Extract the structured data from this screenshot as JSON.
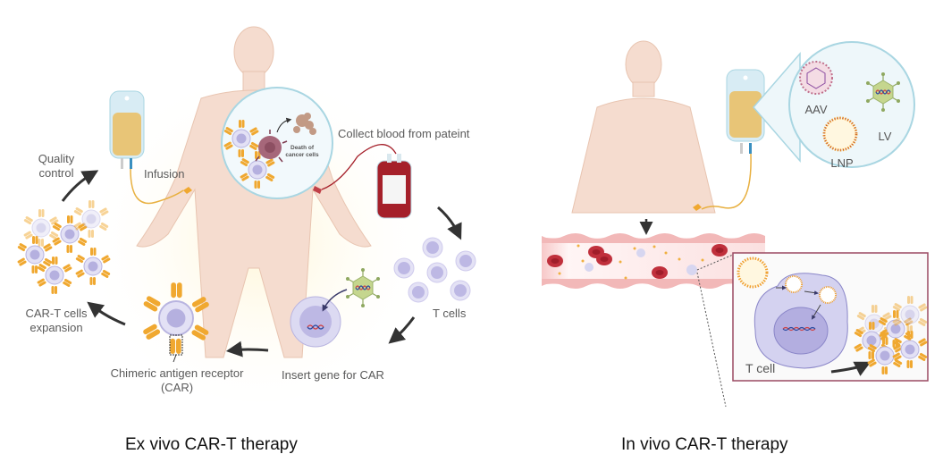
{
  "figure": {
    "panels": [
      {
        "title": "Ex vivo CAR-T therapy",
        "steps": [
          {
            "label": "Collect blood from pateint"
          },
          {
            "label": "T cells"
          },
          {
            "label": "Insert gene for CAR"
          },
          {
            "label": "Chimeric antigen receptor\n(CAR)"
          },
          {
            "label": "CAR-T cells\nexpansion"
          },
          {
            "label": "Quality\ncontrol"
          },
          {
            "label": "Infusion"
          }
        ],
        "inset": {
          "label_line1": "Death of",
          "label_line2": "cancer cells"
        }
      },
      {
        "title": "In vivo CAR-T therapy",
        "vectors": [
          "AAV",
          "LV",
          "LNP"
        ],
        "cell_label": "T cell"
      }
    ],
    "colors": {
      "skin": "#f5dccf",
      "car_orange": "#f0a830",
      "tcell_lilac": "#c9c6ea",
      "blood_red": "#a5202a",
      "bag_yellow": "#e8c577",
      "vessel_pink": "#f2b8b8",
      "vector_green": "#b8cc7e",
      "inset_border": "#9b4a63",
      "lens_blue": "#a9d6e2"
    }
  }
}
